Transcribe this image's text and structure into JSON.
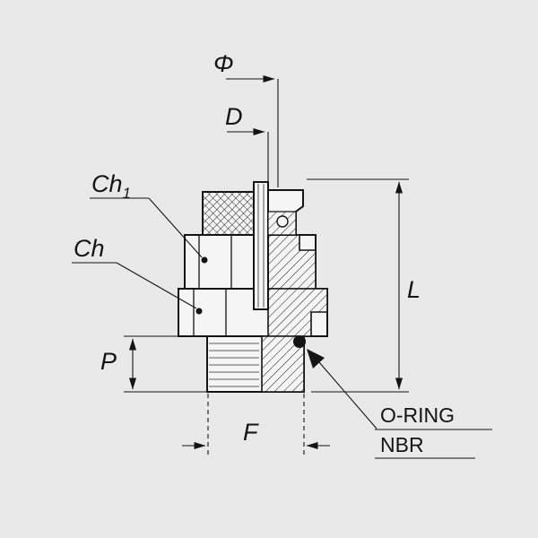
{
  "colors": {
    "background": "#e9e9e9",
    "line": "#141414",
    "body_fill": "#f5f5f5"
  },
  "labels": {
    "phi": "Φ",
    "d": "D",
    "ch1_base": "Ch",
    "ch1_sub": "1",
    "ch": "Ch",
    "l": "L",
    "p": "P",
    "f": "F"
  },
  "notes": {
    "oring": "O-RING",
    "nbr": "NBR"
  }
}
